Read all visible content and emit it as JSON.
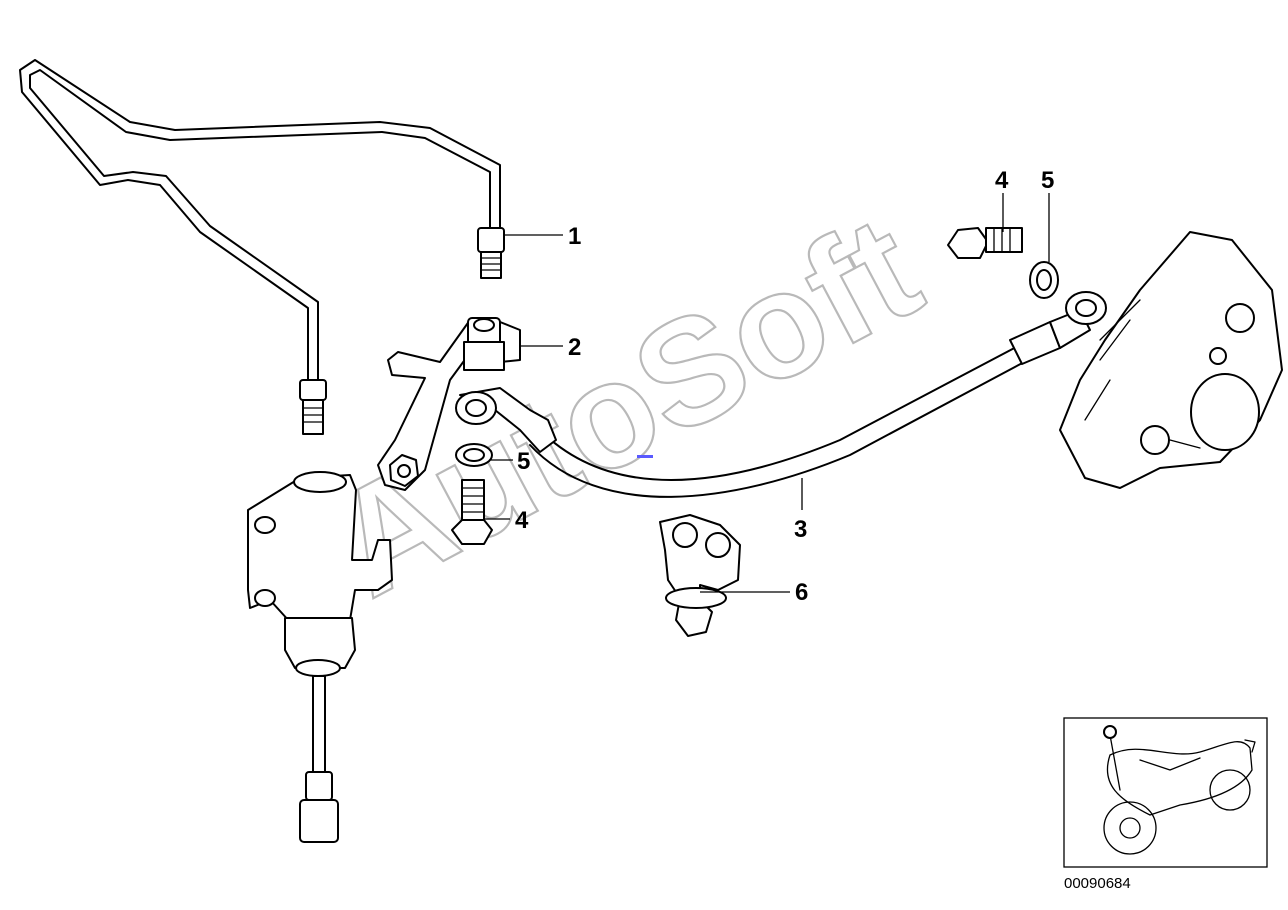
{
  "watermark": "AutoSoft",
  "reference_number": "00090684",
  "callouts": [
    {
      "id": "c1",
      "label": "1"
    },
    {
      "id": "c2",
      "label": "2"
    },
    {
      "id": "c3",
      "label": "3"
    },
    {
      "id": "c4a",
      "label": "4"
    },
    {
      "id": "c5a",
      "label": "5"
    },
    {
      "id": "c4b",
      "label": "4"
    },
    {
      "id": "c5b",
      "label": "5"
    },
    {
      "id": "c6",
      "label": "6"
    }
  ]
}
